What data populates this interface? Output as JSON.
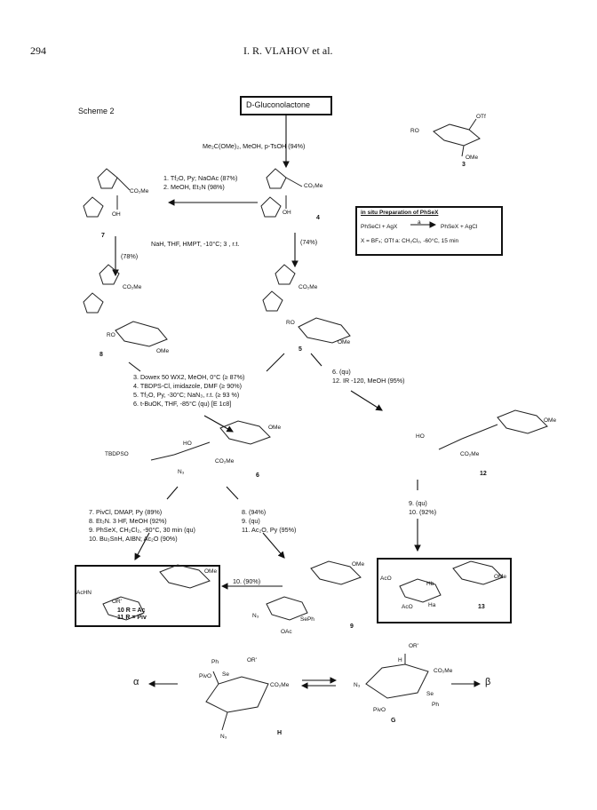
{
  "page": {
    "number": "294",
    "running_head": "I. R. VLAHOV et al.",
    "scheme_title": "Scheme 2"
  },
  "start": {
    "label": "D-Gluconolactone"
  },
  "conditions": {
    "to4": "Me₂C(OMe)₂, MeOH, p-TsOH (94%)",
    "to7_1": "1. Tf₂O, Py; NaOAc (87%)",
    "to7_2": "2. MeOH, Et₃N (98%)",
    "to7_pct": "(78%)",
    "nah": "NaH, THF, HMPT, -10°C; 3 , r.t.",
    "to5_pct": "(74%)",
    "to6_3": "3. Dowex 50 WX2, MeOH, 0°C (≥ 87%)",
    "to6_4": "4. TBDPS-Cl, imidazole, DMF (≥ 90%)",
    "to6_5": "5. Tf₂O, Py, -30°C; NaN₃, r.t. (≥ 93 %)",
    "to6_6": "6. t-BuOK, THF, -85°C (qu) [E 1c8]",
    "to12_6": "6. (qu)",
    "to12_12": "12. IR -120, MeOH (95%)",
    "to10_7": "7. PivCl, DMAP, Py (89%)",
    "to10_8": "8. Et₃N. 3 HF, MeOH (92%)",
    "to10_9": "9. PhSeX, CH₂Cl₂, -90°C, 30 min (qu)",
    "to10_10": "10. Bu₃SnH, AIBN; Ac₂O (90%)",
    "to9_8": "8. (94%)",
    "to9_9": "9. (qu)",
    "to9_11": "11. Ac₂O, Py (95%)",
    "to13_9": "9. (qu)",
    "to13_10": "10. (92%)",
    "9to10": "10. (90%)"
  },
  "insitu": {
    "title": "in situ Preparation of PhSeX",
    "eq_left": "PhSeCl + AgX",
    "eq_arrow": "a",
    "eq_right": "PhSeX + AgCl",
    "line2": "X = BF₄; OTf     a: CH₂Cl₂, -60°C, 15 min"
  },
  "compounds": {
    "c3": "3",
    "c4": "4",
    "c5": "5",
    "c6": "6",
    "c7": "7",
    "c8": "8",
    "c9": "9",
    "c12": "12",
    "c13": "13",
    "cG": "G",
    "cH": "H",
    "c10": "10  R = Ac",
    "c11": "11  R = Piv"
  },
  "fragments": {
    "co2me": "CO₂Me",
    "oh": "OH",
    "ome": "OMe",
    "otf": "OTf",
    "ro": "RO",
    "r": "R",
    "ho": "HO",
    "tbdpso": "TBDPSO",
    "n3": "N₃",
    "ac_o": "AcO",
    "achn": "AcHN",
    "or_prime": "OR'",
    "ph": "Ph",
    "se": "Se",
    "seph": "SePh",
    "oac": "OAc",
    "pivo": "PivO",
    "ha": "Ha",
    "hb": "Hb",
    "h": "H",
    "o": "O",
    "or": "OR"
  },
  "end": {
    "alpha": "α",
    "beta": "β"
  }
}
